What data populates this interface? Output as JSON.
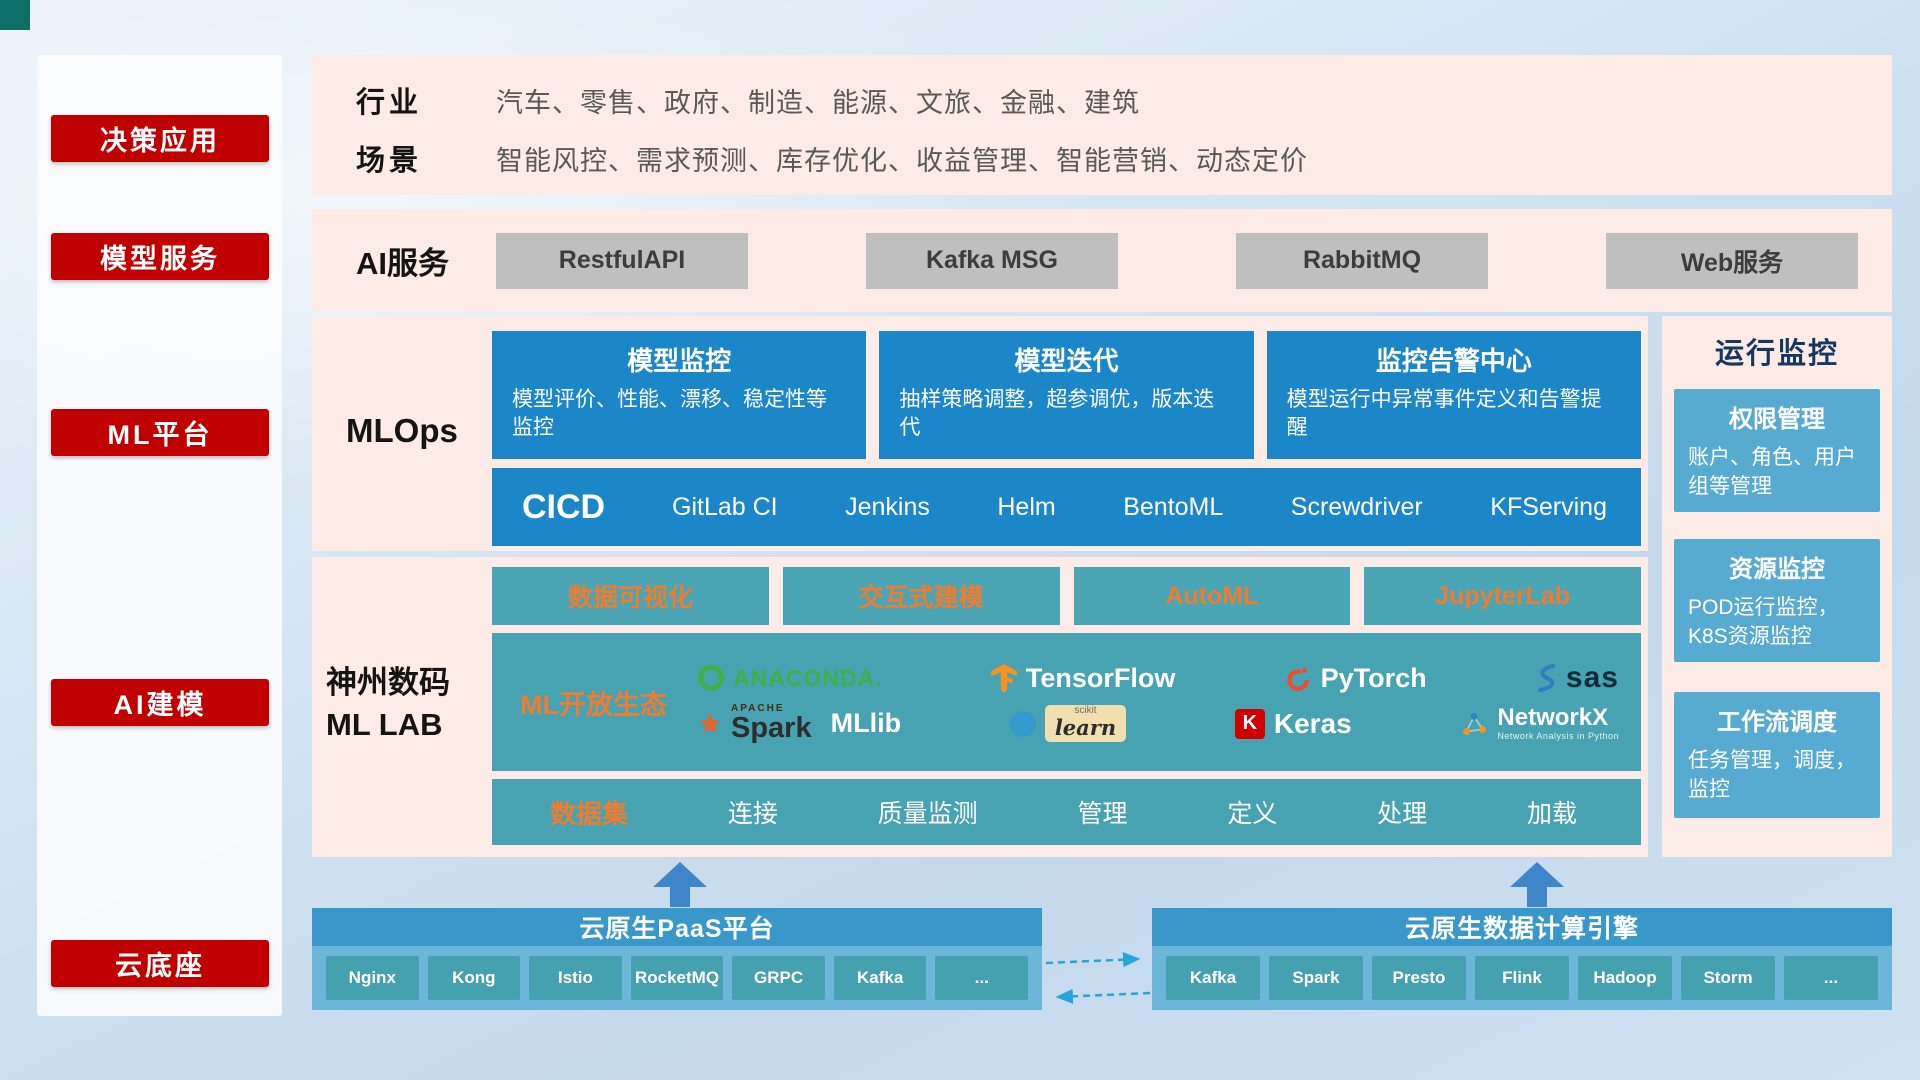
{
  "sidebar": {
    "items": [
      {
        "label": "决策应用"
      },
      {
        "label": "模型服务"
      },
      {
        "label": "ML平台"
      },
      {
        "label": "AI建模"
      },
      {
        "label": "云底座"
      }
    ]
  },
  "industry": {
    "row1_label": "行业",
    "row1_text": "汽车、零售、政府、制造、能源、文旅、金融、建筑",
    "row2_label": "场景",
    "row2_text": "智能风控、需求预测、库存优化、收益管理、智能营销、动态定价"
  },
  "ai_service": {
    "label": "AI服务",
    "buttons": [
      "RestfulAPI",
      "Kafka MSG",
      "RabbitMQ",
      "Web服务"
    ]
  },
  "mlops": {
    "label": "MLOps",
    "cards": [
      {
        "title": "模型监控",
        "body": "模型评价、性能、漂移、稳定性等监控"
      },
      {
        "title": "模型迭代",
        "body": "抽样策略调整，超参调优，版本迭代"
      },
      {
        "title": "监控告警中心",
        "body": "模型运行中异常事件定义和告警提醒"
      }
    ],
    "cicd_label": "CICD",
    "cicd_tools": [
      "GitLab CI",
      "Jenkins",
      "Helm",
      "BentoML",
      "Screwdriver",
      "KFServing"
    ]
  },
  "ml_lab": {
    "label_line1": "神州数码",
    "label_line2": "ML LAB",
    "tabs": [
      "数据可视化",
      "交互式建模",
      "AutoML",
      "JupyterLab"
    ],
    "ecosystem_label": "ML开放生态",
    "logos": {
      "anaconda": "ANACONDA.",
      "tensorflow": "TensorFlow",
      "pytorch": "PyTorch",
      "sas": "sas",
      "spark_small": "APACHE",
      "spark": "Spark",
      "mllib": "MLlib",
      "scikit_small": "scikit",
      "scikit": "learn",
      "keras_k": "K",
      "keras": "Keras",
      "networkx": "NetworkX",
      "networkx_sub": "Network Analysis in Python"
    },
    "dataset_label": "数据集",
    "dataset_items": [
      "连接",
      "质量监测",
      "管理",
      "定义",
      "处理",
      "加载"
    ]
  },
  "monitoring": {
    "title": "运行监控",
    "cards": [
      {
        "title": "权限管理",
        "body": "账户、角色、用户组等管理"
      },
      {
        "title": "资源监控",
        "body": "POD运行监控，K8S资源监控"
      },
      {
        "title": "工作流调度",
        "body": "任务管理，调度，监控"
      }
    ]
  },
  "foundation": {
    "paas": {
      "title": "云原生PaaS平台",
      "buttons": [
        "Nginx",
        "Kong",
        "Istio",
        "RocketMQ",
        "GRPC",
        "Kafka",
        "..."
      ]
    },
    "engine": {
      "title": "云原生数据计算引擎",
      "buttons": [
        "Kafka",
        "Spark",
        "Presto",
        "Flink",
        "Hadoop",
        "Storm",
        "..."
      ]
    }
  },
  "colors": {
    "red": "#c00000",
    "pink_panel": "#fcebe7",
    "blue_card": "#1b86c8",
    "teal": "#47a2b2",
    "light_blue_card": "#58abd0",
    "orange_accent": "#ed7d31",
    "gray_button": "#bfbfbf",
    "header_blue": "#3a97c9",
    "navy_title": "#17375e"
  }
}
